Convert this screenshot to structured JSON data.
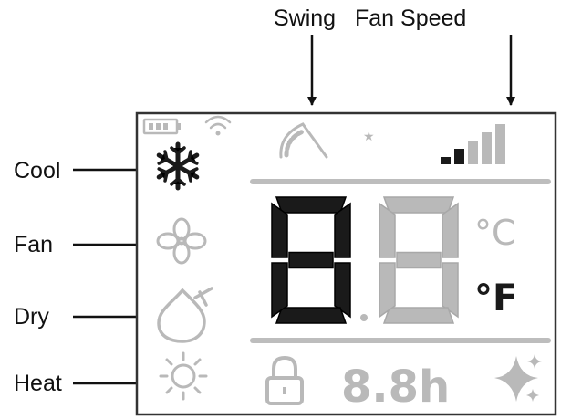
{
  "labels": {
    "cool": "Cool",
    "fan": "Fan",
    "dry": "Dry",
    "heat": "Heat",
    "swing": "Swing",
    "fan_speed": "Fan Speed"
  },
  "display": {
    "temperature_digits": [
      "8",
      "8"
    ],
    "unit_celsius": "°C",
    "unit_fahrenheit": "°F",
    "timer": "8.8h"
  },
  "state": {
    "active_mode": "cool",
    "active_unit": "fahrenheit",
    "fan_speed_level": 2,
    "fan_speed_max": 5,
    "temperature_digit_1_active": true,
    "temperature_digit_2_active": false
  },
  "colors": {
    "active": "#1a1a1a",
    "inactive": "#b9b9b9",
    "frame": "#333333",
    "divider": "#bdbdbd"
  },
  "icons": [
    "battery-icon",
    "wifi-icon",
    "snowflake-icon",
    "fan-icon",
    "dry-icon",
    "sun-icon",
    "swing-icon",
    "moon-icon",
    "fan-speed-bars-icon",
    "lock-icon",
    "sparkle-icon"
  ]
}
